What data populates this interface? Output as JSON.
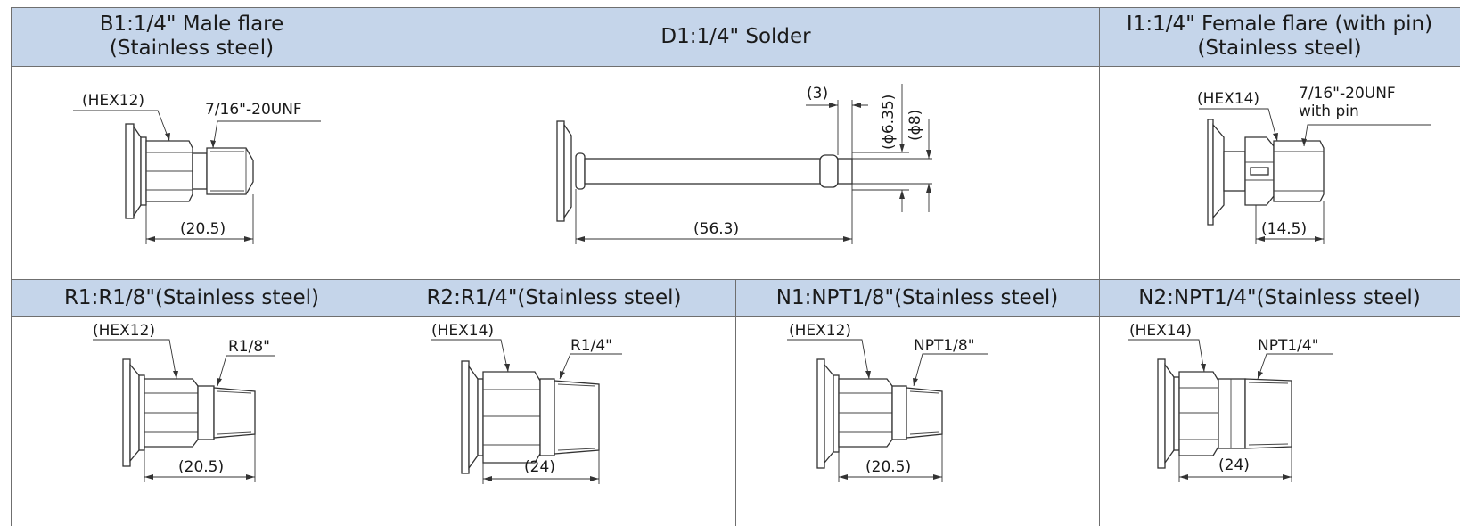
{
  "top_row": {
    "b1": {
      "title_line1": "B1:1/4\" Male flare",
      "title_line2": "(Stainless steel)",
      "hex": "(HEX12)",
      "thread": "7/16\"-20UNF",
      "length": "(20.5)"
    },
    "d1": {
      "title": "D1:1/4\" Solder",
      "tip": "(3)",
      "dia_inner": "(ϕ6.35)",
      "dia_outer": "(ϕ8)",
      "length": "(56.3)"
    },
    "i1": {
      "title_line1": "I1:1/4\" Female flare (with pin)",
      "title_line2": "(Stainless steel)",
      "hex": "(HEX14)",
      "thread_line1": "7/16\"-20UNF",
      "thread_line2": "with pin",
      "length": "(14.5)"
    }
  },
  "bottom_row": {
    "r1": {
      "title": "R1:R1/8\"(Stainless steel)",
      "hex": "(HEX12)",
      "thread": "R1/8\"",
      "length": "(20.5)"
    },
    "r2": {
      "title": "R2:R1/4\"(Stainless steel)",
      "hex": "(HEX14)",
      "thread": "R1/4\"",
      "length": "(24)"
    },
    "n1": {
      "title": "N1:NPT1/8\"(Stainless steel)",
      "hex": "(HEX12)",
      "thread": "NPT1/8\"",
      "length": "(20.5)"
    },
    "n2": {
      "title": "N2:NPT1/4\"(Stainless steel)",
      "hex": "(HEX14)",
      "thread": "NPT1/4\"",
      "length": "(24)"
    }
  },
  "colors": {
    "header_fill": "#c5d5ea",
    "grid_line": "#6f6f6f",
    "drawing_line": "#333333"
  }
}
